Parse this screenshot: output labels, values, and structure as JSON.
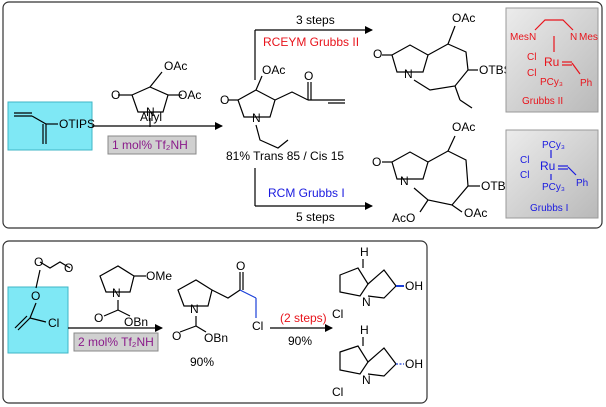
{
  "colors": {
    "reagent_box": "#7fe8f5",
    "catalyst_box": "#d6d6d6",
    "condition_box": "#d0d0d0",
    "condition_text": "#8a1a8a",
    "red_text": "#e8141c",
    "blue_text": "#1a1adf"
  },
  "top": {
    "enyne_group": "OTIPS",
    "reagent_oac1": "OAc",
    "reagent_oac2": "OAc",
    "reagent_allyl": "Allyl",
    "reagent_o": "O",
    "reagent_n": "N",
    "catalyst_label": "1 mol% Tf₂NH",
    "intermediate_oac": "OAc",
    "intermediate_o1": "O",
    "intermediate_o2": "O",
    "intermediate_n": "N",
    "yield_ratio": "81% Trans 85 / Cis 15",
    "upper_steps": "3 steps",
    "upper_conditions": "RCEYM   Grubbs II",
    "upper_product_oac": "OAc",
    "upper_product_otbs": "OTBS",
    "upper_product_o": "O",
    "upper_product_n": "N",
    "lower_conditions": "RCM    Grubbs I",
    "lower_steps": "5 steps",
    "lower_product_oac_top": "OAc",
    "lower_product_otbs": "OTBS",
    "lower_product_oac_right": "OAc",
    "lower_product_aco": "AcO",
    "lower_product_o": "O",
    "lower_product_n": "N",
    "grubbs2": {
      "mes_left": "Mes",
      "n_left": "N",
      "n_right": "N",
      "mes_right": "Mes",
      "cl1": "Cl",
      "cl2": "Cl",
      "ru": "Ru",
      "pcy3": "PCy₃",
      "ph": "Ph",
      "label": "Grubbs II"
    },
    "grubbs1": {
      "pcy3_top": "PCy₃",
      "cl1": "Cl",
      "cl2": "Cl",
      "ru": "Ru",
      "pcy3_bottom": "PCy₃",
      "ph": "Ph",
      "label": "Grubbs I"
    }
  },
  "bottom": {
    "reagent_cl": "Cl",
    "reagent_o1": "O",
    "reagent_o2": "O",
    "pyrrolidine_ome": "OMe",
    "pyrrolidine_n": "N",
    "pyrrolidine_o": "O",
    "pyrrolidine_obn": "OBn",
    "catalyst_label": "2 mol% Tf₂NH",
    "intermediate_o": "O",
    "intermediate_n": "N",
    "intermediate_cl": "Cl",
    "intermediate_obn": "OBn",
    "intermediate_o2": "O",
    "yield": "90%",
    "steps": "(2 steps)",
    "steps_yield": "90%",
    "product1_h": "H",
    "product1_oh": "OH",
    "product1_n": "N",
    "product1_cl": "Cl",
    "product2_h": "H",
    "product2_oh": "OH",
    "product2_n": "N",
    "product2_cl": "Cl"
  }
}
